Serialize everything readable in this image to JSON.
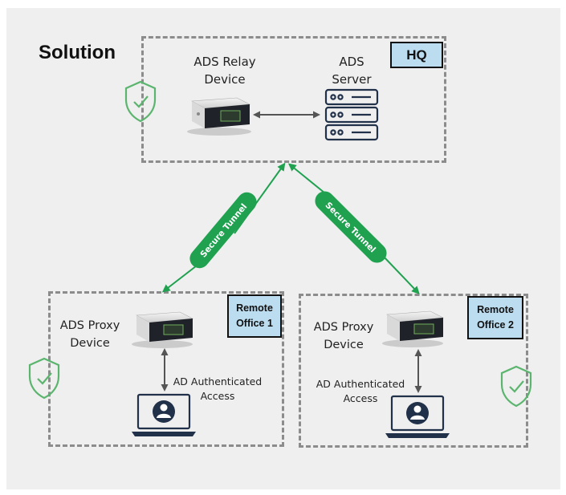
{
  "title": "Solution",
  "hq": {
    "tag": "HQ",
    "relay_label": "ADS Relay\nDevice",
    "server_label": "ADS\nServer"
  },
  "tunnels": [
    "Secure Tunnel",
    "Secure Tunnel"
  ],
  "office1": {
    "tag": "Remote\nOffice 1",
    "device_label": "ADS Proxy\nDevice",
    "access_label": "AD Authenticated\nAccess"
  },
  "office2": {
    "tag": "Remote\nOffice 2",
    "device_label": "ADS Proxy\nDevice",
    "access_label": "AD Authenticated\nAccess"
  },
  "colors": {
    "tunnel": "#1fa150",
    "shield": "#5bb56e",
    "tag_fill": "#bcdcf0",
    "dashed": "#8c8c8c",
    "icon_dark": "#21314a"
  }
}
